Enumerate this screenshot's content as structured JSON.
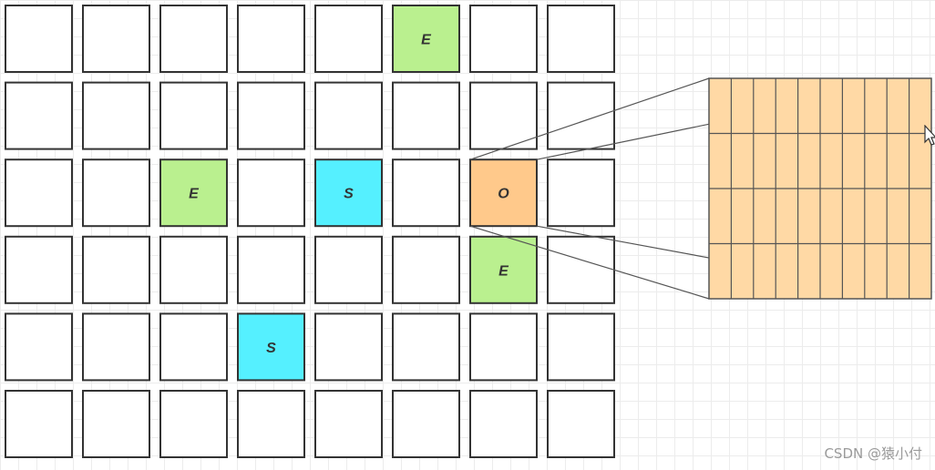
{
  "grid": {
    "rows": 6,
    "cols": 8,
    "cells": [
      {
        "row": 0,
        "col": 5,
        "label": "E",
        "kind": "empty",
        "color": "#baf08f"
      },
      {
        "row": 2,
        "col": 2,
        "label": "E",
        "kind": "empty",
        "color": "#baf08f"
      },
      {
        "row": 2,
        "col": 4,
        "label": "S",
        "kind": "special",
        "color": "#55f0ff"
      },
      {
        "row": 2,
        "col": 6,
        "label": "O",
        "kind": "origin",
        "color": "#ffc98b"
      },
      {
        "row": 3,
        "col": 6,
        "label": "E",
        "kind": "empty",
        "color": "#baf08f"
      },
      {
        "row": 4,
        "col": 3,
        "label": "S",
        "kind": "special",
        "color": "#55f0ff"
      }
    ]
  },
  "zoom": {
    "rows": 4,
    "cols": 10,
    "fill": "#ffd9a5"
  },
  "colors": {
    "cell_border": "#333333",
    "connector": "#555555"
  },
  "watermark": "CSDN @猿小付"
}
